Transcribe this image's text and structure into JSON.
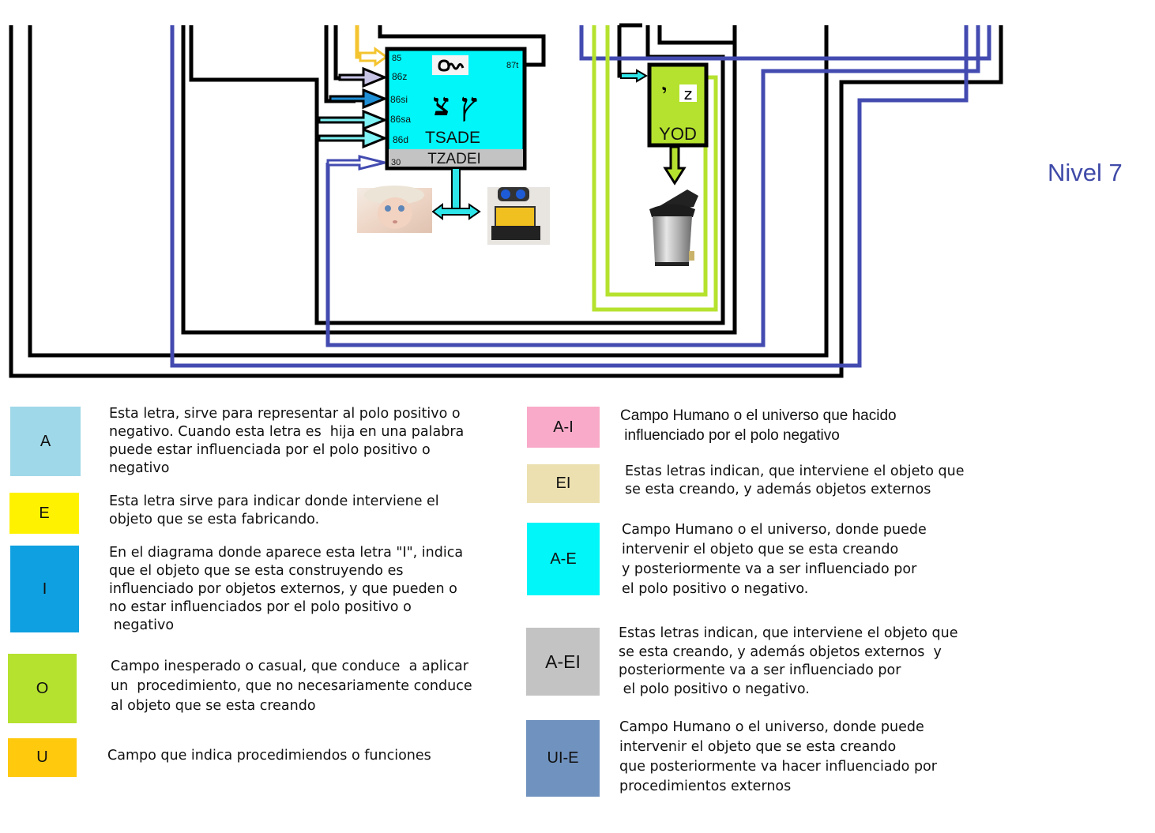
{
  "diagram": {
    "level_label": "Nivel 7",
    "tsade_box": {
      "ports_left": [
        "85",
        "86z",
        "86si",
        "86sa",
        "86d",
        "30"
      ],
      "port_right": "87t",
      "glyph_symbol": "ᔕ",
      "hebrew_letters": "ץ צ",
      "name": "TSADE",
      "subtitle": "TZADEI",
      "color": "#00f6f8",
      "subtitle_color": "#c3c3c3"
    },
    "yod_box": {
      "hebrew_letter": "י",
      "symbol": "z",
      "name": "YOD",
      "color": "#b5e22e"
    },
    "images": [
      {
        "name": "baby-photo",
        "label": "baby"
      },
      {
        "name": "robot-photo",
        "label": "robot"
      },
      {
        "name": "trash-can",
        "label": "trash can"
      }
    ],
    "colors": {
      "black_line": "#000000",
      "blue_line": "#434bb0",
      "green_line": "#b5e22e",
      "yellow_arrow": "#f4c430",
      "lavender_arrow": "#c8c4e6",
      "mid_blue_arrow": "#1f8fd6",
      "light_cyan_arrow": "#7ff3f5",
      "cyan_arrow": "#2ee6ea"
    }
  },
  "legend": {
    "left": [
      {
        "code": "A",
        "color": "#9fd8e8",
        "text": "Esta letra, sirve para representar al polo positivo o\nnegativo. Cuando esta letra es  hija en una palabra\npuede estar influenciada por el polo positivo o\nnegativo"
      },
      {
        "code": "E",
        "color": "#fff200",
        "text": "Esta letra sirve para indicar donde interviene el\nobjeto que se esta fabricando."
      },
      {
        "code": "I",
        "color": "#0ea0e0",
        "text": "En el diagrama donde aparece esta letra \"I\", indica\nque el objeto que se esta construyendo es\ninfluenciado por objetos externos, y que pueden o\nno estar influenciados por el polo positivo o\n negativo"
      },
      {
        "code": "O",
        "color": "#b5e22e",
        "text": "Campo inesperado o casual, que conduce  a aplicar\nun  procedimiento, que no necesariamente conduce\nal objeto que se esta creando"
      },
      {
        "code": "U",
        "color": "#ffc90e",
        "text": "Campo que indica procedimiendos o funciones"
      }
    ],
    "right": [
      {
        "code": "A-I",
        "color": "#f9aac8",
        "text": "Campo Humano o el universo que hacido\n influenciado por el polo negativo"
      },
      {
        "code": "EI",
        "color": "#ece0b0",
        "text": "Estas letras indican, que interviene el objeto que\nse esta creando, y además objetos externos"
      },
      {
        "code": "A-E",
        "color": "#00f6f8",
        "text": "Campo Humano o el universo, donde puede\nintervenir el objeto que se esta creando\ny posteriormente va a ser influenciado por\nel polo positivo o negativo."
      },
      {
        "code": "A-EI",
        "color": "#c3c3c3",
        "text": "Estas letras indican, que interviene el objeto que\nse esta creando, y además objetos externos  y\nposteriormente va a ser influenciado por\n el polo positivo o negativo."
      },
      {
        "code": "UI-E",
        "color": "#7092be",
        "text": "Campo Humano o el universo, donde puede\nintervenir el objeto que se esta creando\nque posteriormente va hacer influenciado por\nprocedimientos externos"
      }
    ]
  }
}
